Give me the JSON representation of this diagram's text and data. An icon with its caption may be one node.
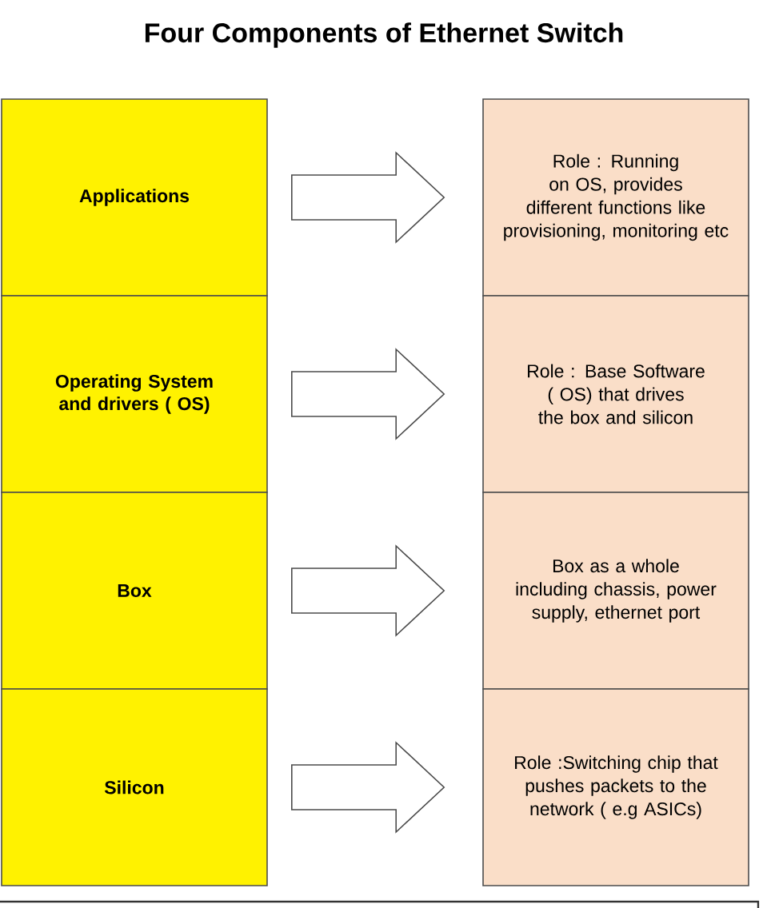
{
  "diagram": {
    "title": "Four Components of Ethernet Switch",
    "nodes": [
      {
        "text": [
          "Applications"
        ]
      },
      {
        "text": [
          "Operating System and drivers ( OS)"
        ]
      },
      {
        "text": [
          "Box"
        ]
      },
      {
        "text": [
          "Silicon"
        ]
      },
      {
        "text": [
          "Role : Running on OS, provides different functions like provisioning, monitoring etc"
        ]
      },
      {
        "text": [
          "Role : Base Software ( OS)  that drives the box and silicon"
        ]
      },
      {
        "text": [
          "Box as a whole including chassis, power supply, ethernet port"
        ]
      },
      {
        "text": [
          "Role :Switching chip that pushes packets to the network ( e.g ASICs)"
        ]
      }
    ],
    "edges": [
      {
        "from": 0,
        "to": 4,
        "arrow": "to"
      },
      {
        "from": 1,
        "to": 5,
        "arrow": "to"
      },
      {
        "from": 2,
        "to": 6,
        "arrow": "to"
      },
      {
        "from": 3,
        "to": 7,
        "arrow": "to"
      }
    ]
  }
}
